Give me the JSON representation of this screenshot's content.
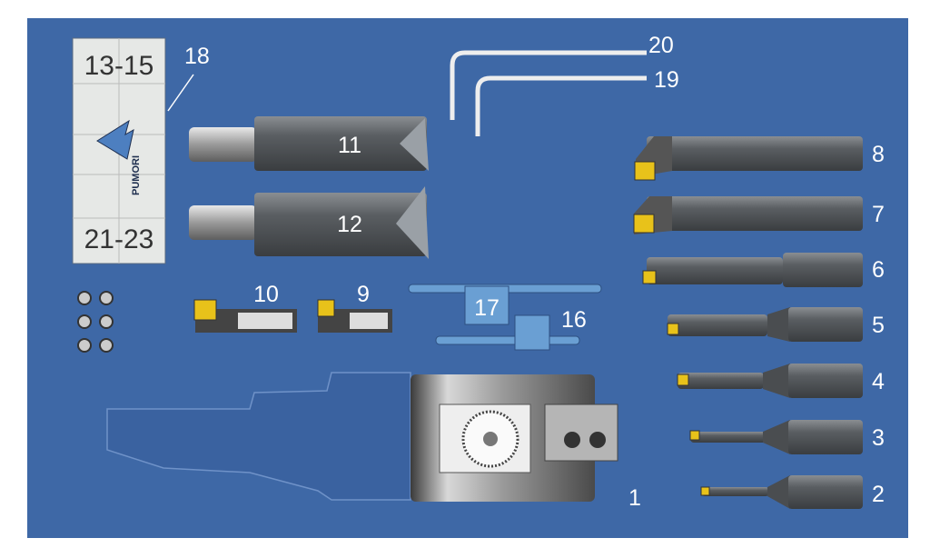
{
  "title": "Boring head tool kit",
  "card": {
    "top_label": "13-15",
    "bottom_label": "21-23",
    "logo": "PUMORI",
    "callout": "18"
  },
  "labels": {
    "n1": "1",
    "n2": "2",
    "n3": "3",
    "n4": "4",
    "n5": "5",
    "n6": "6",
    "n7": "7",
    "n8": "8",
    "n9": "9",
    "n10": "10",
    "n11": "11",
    "n12": "12",
    "n16": "16",
    "n17": "17",
    "n19": "19",
    "n20": "20"
  },
  "colors": {
    "panel": "#3e68a6",
    "tool": "#4f5357",
    "insert": "#e8c21a",
    "wedge": "#6a9fd3"
  }
}
